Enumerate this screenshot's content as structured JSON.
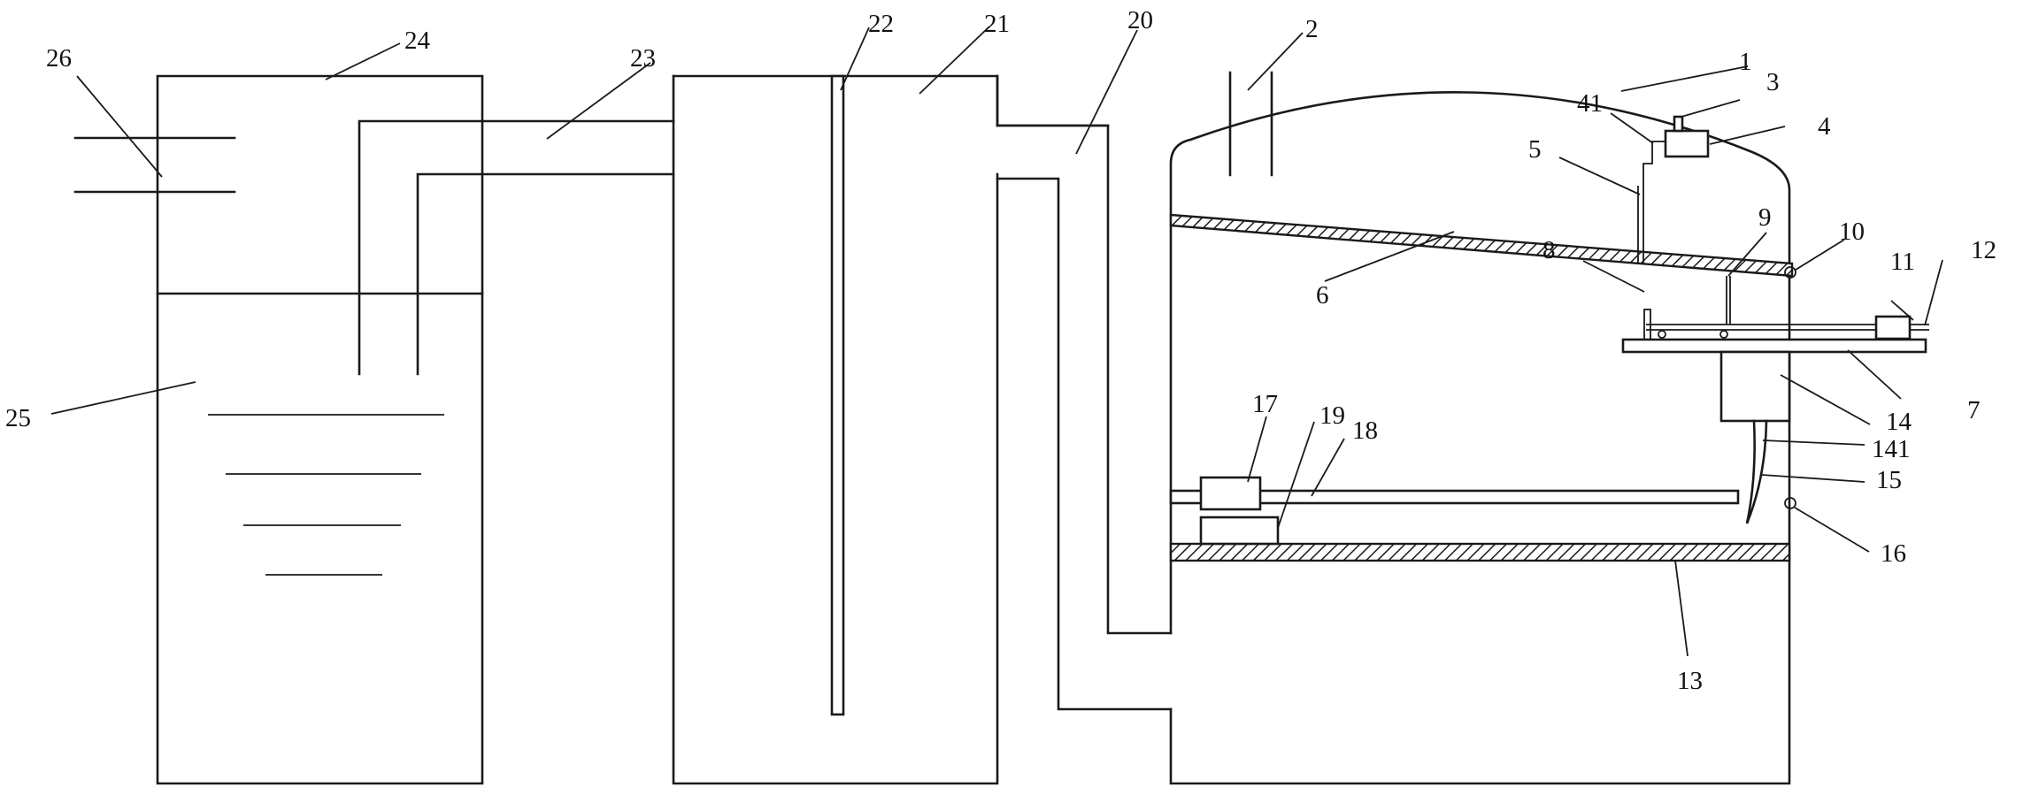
{
  "labels": {
    "l1": "1",
    "l2": "2",
    "l3": "3",
    "l4": "4",
    "l41": "41",
    "l5": "5",
    "l6": "6",
    "l7": "7",
    "l8": "8",
    "l9": "9",
    "l10": "10",
    "l11": "11",
    "l12": "12",
    "l13": "13",
    "l14": "14",
    "l141": "141",
    "l15": "15",
    "l16": "16",
    "l17": "17",
    "l18": "18",
    "l19": "19",
    "l20": "20",
    "l21": "21",
    "l22": "22",
    "l23": "23",
    "l24": "24",
    "l25": "25",
    "l26": "26"
  },
  "colors": {
    "line": "#1a1a1a",
    "background": "#ffffff",
    "hatch": "#1a1a1a"
  }
}
